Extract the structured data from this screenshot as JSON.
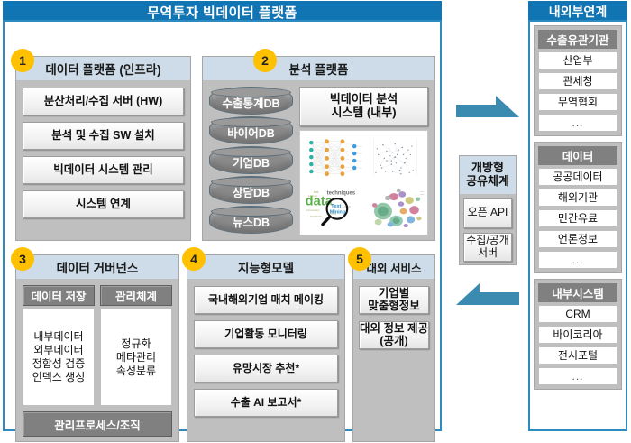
{
  "header": {
    "title": "무역투자 빅데이터 플랫폼"
  },
  "right_header": {
    "title": "내외부연계"
  },
  "panels": {
    "p1": {
      "number": "1",
      "title": "데이터 플랫폼 (인프라)",
      "items": [
        "분산처리/수집 서버 (HW)",
        "분석 및 수집 SW 설치",
        "빅데이터 시스템 관리",
        "시스템 연계"
      ]
    },
    "p2": {
      "number": "2",
      "title": "분석 플랫폼",
      "databases": [
        "수출통계DB",
        "바이어DB",
        "기업DB",
        "상담DB",
        "뉴스DB"
      ],
      "analysis_title": "빅데이터 분석\n시스템 (내부)",
      "analysis_title_line1": "빅데이터 분석",
      "analysis_title_line2": "시스템 (내부)",
      "thumbnails": [
        "neural-network-diagram",
        "scatter-network-plot",
        "text-mining-wordcloud",
        "cluster-bubble-plot"
      ]
    },
    "p3": {
      "number": "3",
      "title": "데이터 거버넌스",
      "col1_head": "데이터 저장",
      "col1_lines": [
        "내부데이터",
        "외부데이터",
        "정합성 검증",
        "인덱스 생성"
      ],
      "col2_head": "관리체계",
      "col2_lines": [
        "정규화",
        "메타관리",
        "속성분류"
      ],
      "footer": "관리프로세스/조직"
    },
    "p4": {
      "number": "4",
      "title": "지능형모델",
      "items": [
        "국내해외기업 매치 메이킹",
        "기업활동 모니터링",
        "유망시장 추천*",
        "수출 AI 보고서*"
      ]
    },
    "p5": {
      "number": "5",
      "title": "대외 서비스",
      "items": [
        "기업별\n맞춤형정보",
        "대외 정보 제공\n(공개)"
      ],
      "item1_line1": "기업별",
      "item1_line2": "맞춤형정보",
      "item2_line1": "대외 정보 제공",
      "item2_line2": "(공개)"
    }
  },
  "share": {
    "title_line1": "개방형",
    "title_line2": "공유체계",
    "items": [
      "오픈 API",
      "수집/공개\n서버"
    ],
    "item2_line1": "수집/공개",
    "item2_line2": "서버"
  },
  "arrows": {
    "top": "arrow-right-icon",
    "bottom": "arrow-left-icon"
  },
  "right_groups": [
    {
      "head": "수출유관기관",
      "items": [
        "산업부",
        "관세청",
        "무역협회",
        "..."
      ]
    },
    {
      "head": "데이터",
      "items": [
        "공공데이터",
        "해외기관",
        "민간유료",
        "언론정보",
        "..."
      ]
    },
    {
      "head": "내부시스템",
      "items": [
        "CRM",
        "바이코리아",
        "전시포털",
        "..."
      ]
    }
  ],
  "colors": {
    "title_blue": "#1275B3",
    "border_blue": "#2E8BC0",
    "badge_yellow": "#FFC000",
    "panel_head": "#CDDCE8",
    "panel_bg": "#BFBFBF",
    "gray_box": "#808080",
    "arrow_blue": "#3B8AB0"
  }
}
